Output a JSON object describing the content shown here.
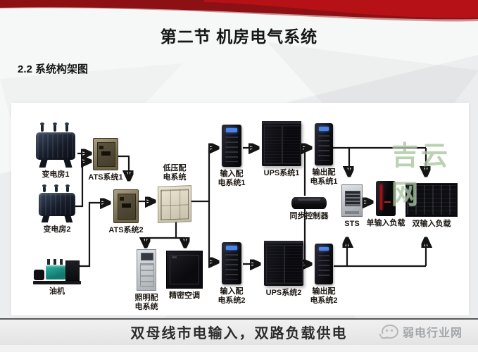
{
  "header": {
    "title": "第二节  机房电气系统",
    "subtitle": "2.2 系统构架图"
  },
  "footer": {
    "caption": "双母线市电输入，双路负载供电",
    "site_name": "弱电行业网"
  },
  "watermark": {
    "text": "吉云网"
  },
  "colors": {
    "header_red_dark": "#8c1014",
    "header_red_bright": "#bb1218",
    "connector_line": "#141414",
    "watermark_green": "#a9c7a0"
  },
  "diagram": {
    "nodes": {
      "substation1": {
        "label": "变电房1"
      },
      "substation2": {
        "label": "变电房2"
      },
      "generator": {
        "label": "油机"
      },
      "ats1": {
        "label": "ATS系统1"
      },
      "ats2": {
        "label": "ATS系统2"
      },
      "lv_dist": {
        "label": "低压配电系统"
      },
      "input_dist1": {
        "label": "输入配电系统1"
      },
      "ups1": {
        "label": "UPS系统1"
      },
      "output_dist1": {
        "label": "输出配电系统1"
      },
      "sync_ctrl": {
        "label": "同步控制器"
      },
      "sts": {
        "label": "STS"
      },
      "single_load": {
        "label": "单输入负载"
      },
      "dual_load": {
        "label": "双输入负载"
      },
      "input_dist2": {
        "label": "输入配电系统2"
      },
      "ups2": {
        "label": "UPS系统2"
      },
      "output_dist2": {
        "label": "输出配电系统2"
      },
      "lighting_dist": {
        "label": "照明配电系统"
      },
      "crac": {
        "label": "精密空调"
      }
    }
  }
}
